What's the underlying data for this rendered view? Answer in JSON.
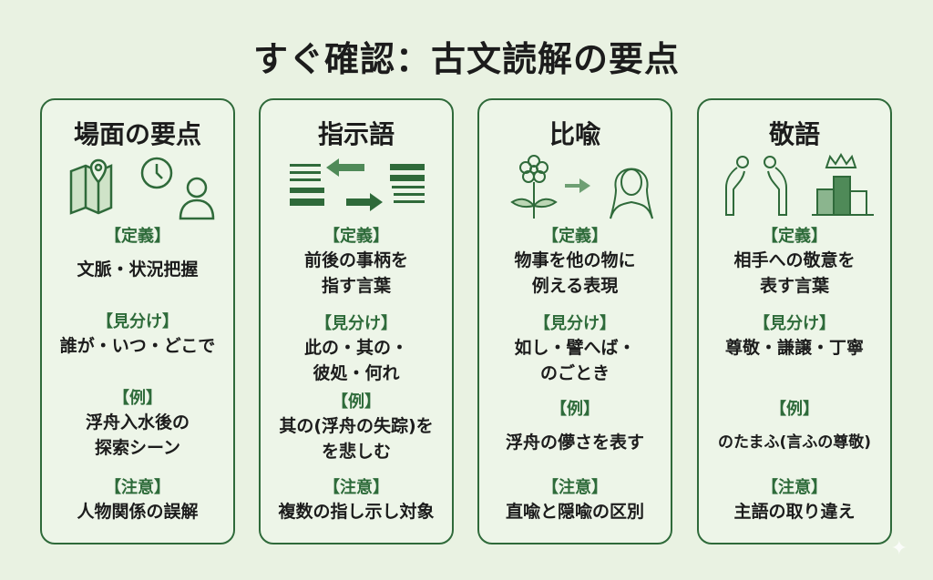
{
  "title": "すぐ確認：古文読解の要点",
  "cards": [
    {
      "heading": "場面の要点",
      "icon": "map-clock-person-icon",
      "sections": [
        {
          "label": "【定義】",
          "text": "文脈・状況把握"
        },
        {
          "label": "【見分け】",
          "text": "誰が・いつ・どこで"
        },
        {
          "label": "【例】",
          "text": "浮舟入水後の\n探索シーン"
        },
        {
          "label": "【注意】",
          "text": "人物関係の誤解"
        }
      ]
    },
    {
      "heading": "指示語",
      "icon": "text-arrows-icon",
      "sections": [
        {
          "label": "【定義】",
          "text": "前後の事柄を\n指す言葉"
        },
        {
          "label": "【見分け】",
          "text": "此の・其の・\n彼処・何れ"
        },
        {
          "label": "【例】",
          "text": "其の(浮舟の失踪)を\nを悲しむ"
        },
        {
          "label": "【注意】",
          "text": "複数の指し示し対象"
        }
      ]
    },
    {
      "heading": "比喩",
      "icon": "flower-to-woman-icon",
      "sections": [
        {
          "label": "【定義】",
          "text": "物事を他の物に\n例える表現"
        },
        {
          "label": "【見分け】",
          "text": "如し・譬へば・\nのごとき"
        },
        {
          "label": "【例】",
          "text": "浮舟の儚さを表す"
        },
        {
          "label": "【注意】",
          "text": "直喩と隠喩の区別"
        }
      ]
    },
    {
      "heading": "敬語",
      "icon": "bowing-podium-icon",
      "sections": [
        {
          "label": "【定義】",
          "text": "相手への敬意を\n表す言葉"
        },
        {
          "label": "【見分け】",
          "text": "尊敬・謙譲・丁寧"
        },
        {
          "label": "【例】",
          "text": "のたまふ(言ふの尊敬)"
        },
        {
          "label": "【注意】",
          "text": "主語の取り違え"
        }
      ]
    }
  ],
  "colors": {
    "accent": "#2e6b3a",
    "background": "#e9f2e2"
  }
}
